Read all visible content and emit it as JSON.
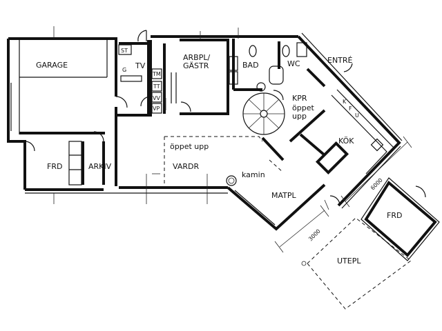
{
  "rooms": {
    "garage": "GARAGE",
    "tv": "TV",
    "st": "ST",
    "g": "G",
    "tm": "TM",
    "tt": "TT",
    "vv": "VV",
    "vp": "VP",
    "arbpl_line1": "ARBPL/",
    "arbpl_line2": "GÄSTR",
    "bad": "BAD",
    "wc": "WC",
    "entre": "ENTRÉ",
    "kpr": "KPR",
    "kpr_open1": "öppet",
    "kpr_open2": "upp",
    "kok": "KÖK",
    "frd_left": "FRD",
    "arkiv": "ARKIV",
    "oppet_upp": "öppet upp",
    "vardr": "VARDR",
    "kamin": "kamin",
    "matpl": "MATPL",
    "frd_right": "FRD",
    "utepl": "UTEPL"
  },
  "dimensions": {
    "d1": "6000",
    "d2": "3000"
  },
  "kitchen_letters": [
    "K",
    "F",
    "U"
  ]
}
